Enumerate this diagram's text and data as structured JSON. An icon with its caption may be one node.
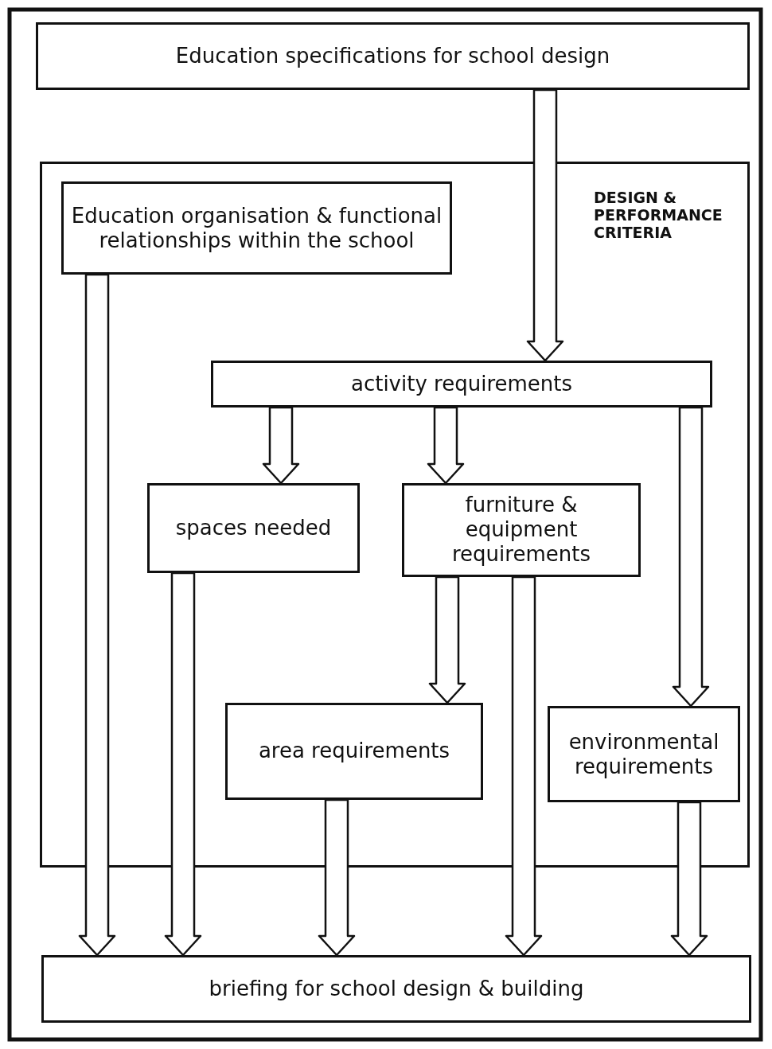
{
  "diagram": {
    "nodes": [
      {
        "text": [
          "Education specifications for school design"
        ]
      },
      {
        "text": [
          "DESIGN & PERFORMANCE CRITERIA"
        ]
      },
      {
        "text": [
          "Education organisation & functional relationships within the school"
        ],
        "in": 1
      },
      {
        "text": [
          "activity requirements"
        ],
        "in": 1
      },
      {
        "text": [
          "spaces needed"
        ],
        "in": 1
      },
      {
        "text": [
          "furniture & equipment requirements"
        ],
        "in": 1
      },
      {
        "text": [
          "area requirements"
        ],
        "in": 1
      },
      {
        "text": [
          "environmental requirements"
        ],
        "in": 1
      },
      {
        "text": [
          "briefing for school design & building"
        ]
      }
    ],
    "edges": [
      {
        "from": 0,
        "to": 3,
        "arrow": "to"
      },
      {
        "from": 3,
        "to": 4,
        "arrow": "to"
      },
      {
        "from": 3,
        "to": 5,
        "arrow": "to"
      },
      {
        "from": 3,
        "to": 7,
        "arrow": "to"
      },
      {
        "from": 5,
        "to": 6,
        "arrow": "to"
      },
      {
        "from": 2,
        "to": 8,
        "arrow": "to"
      },
      {
        "from": 4,
        "to": 8,
        "arrow": "to"
      },
      {
        "from": 6,
        "to": 8,
        "arrow": "to"
      },
      {
        "from": 5,
        "to": 8,
        "arrow": "to"
      },
      {
        "from": 7,
        "to": 8,
        "arrow": "to"
      }
    ]
  }
}
